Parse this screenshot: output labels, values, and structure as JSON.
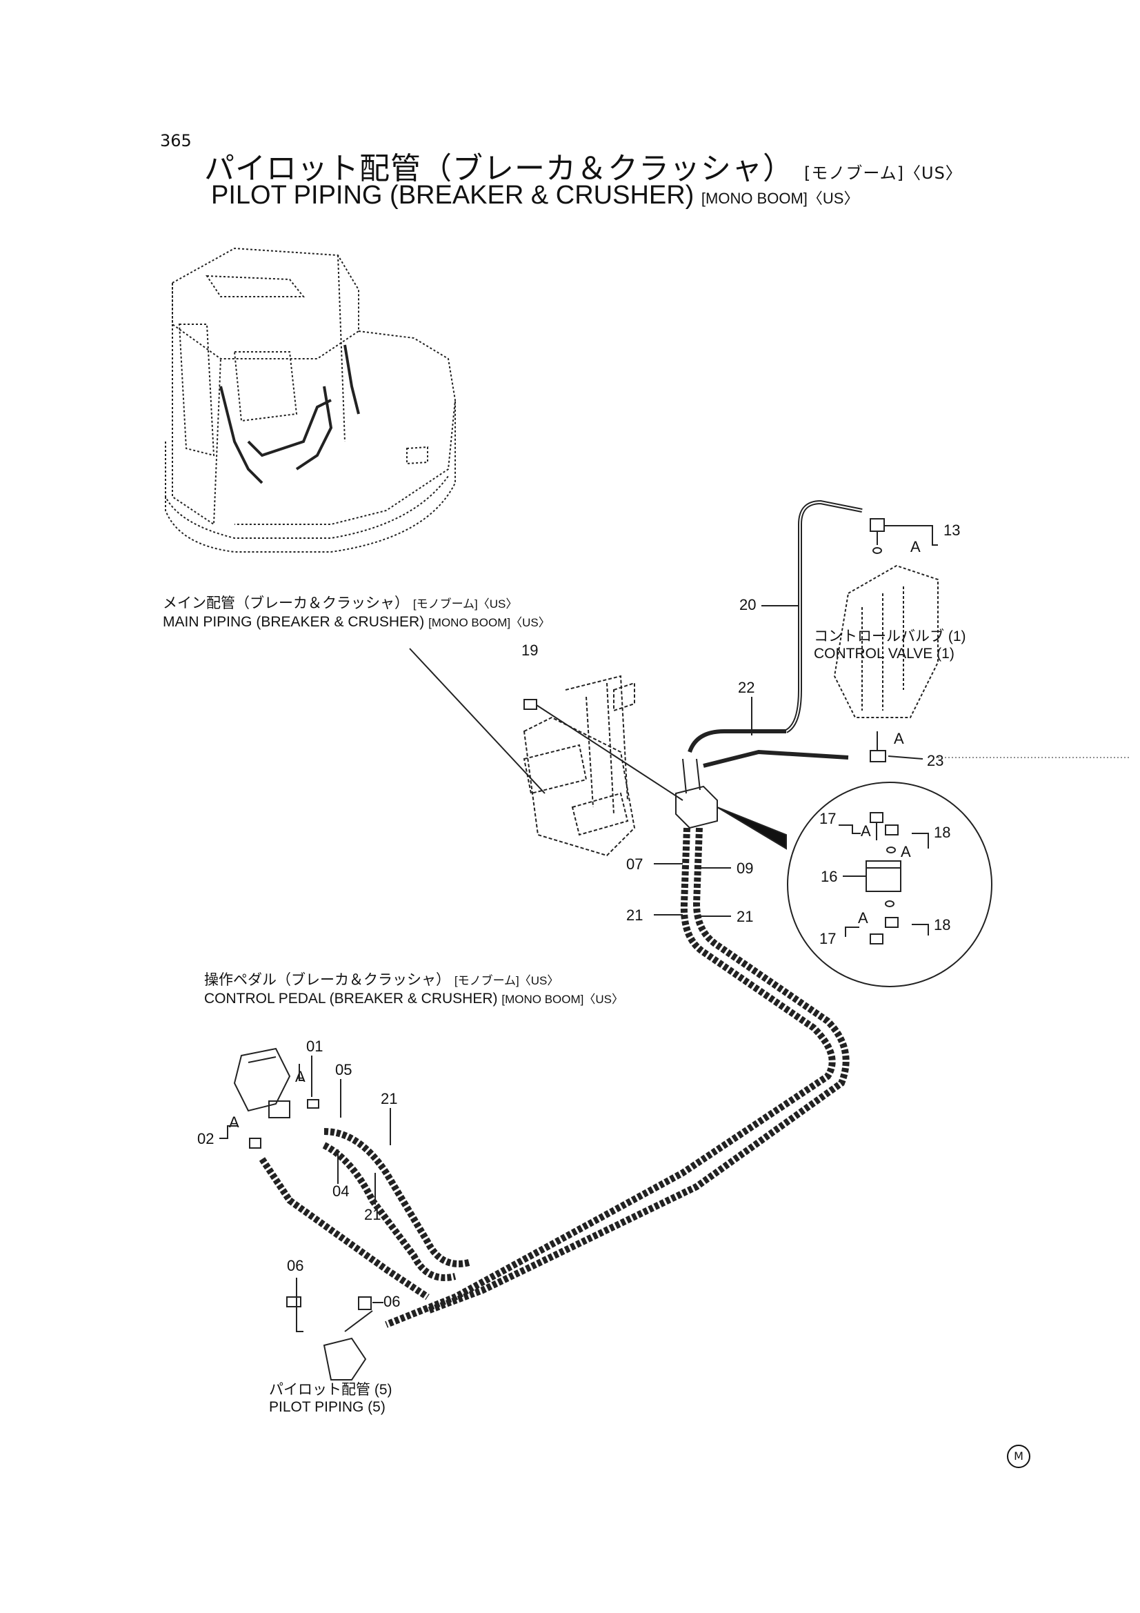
{
  "header": {
    "page_number": "365",
    "title_jp": "パイロット配管（ブレーカ＆クラッシャ）",
    "title_jp_suffix": "[モノブーム]〈US〉",
    "title_en": "PILOT  PIPING  (BREAKER & CRUSHER)",
    "title_en_suffix": "[MONO BOOM]〈US〉"
  },
  "references": {
    "main_piping": {
      "jp": "メイン配管（ブレーカ＆クラッシャ）",
      "jp_suffix": "[モノブーム]〈US〉",
      "en": "MAIN  PIPING (BREAKER & CRUSHER)",
      "en_suffix": "[MONO BOOM]〈US〉"
    },
    "control_valve": {
      "jp": "コントロールバルブ (1)",
      "en": "CONTROL VALVE (1)"
    },
    "control_pedal": {
      "jp": "操作ペダル（ブレーカ＆クラッシャ）",
      "jp_suffix": "[モノブーム]〈US〉",
      "en": "CONTROL  PEDAL (BREAKER & CRUSHER)",
      "en_suffix": "[MONO BOOM]〈US〉"
    },
    "pilot_piping_5": {
      "jp": "パイロット配管 (5)",
      "en": "PILOT  PIPING  (5)"
    }
  },
  "callouts": {
    "c13": "13",
    "c20": "20",
    "c22": "22",
    "c23": "23",
    "c19": "19",
    "c07": "07",
    "c09": "09",
    "c21a": "21",
    "c21b": "21",
    "c17a": "17",
    "c18a": "18",
    "c16": "16",
    "c17b": "17",
    "c18b": "18",
    "c01": "01",
    "c05": "05",
    "c21c": "21",
    "c02": "02",
    "c04": "04",
    "c21d": "21",
    "c06a": "06",
    "c06b": "06"
  },
  "detail_marks": {
    "a1": "A",
    "a2": "A",
    "a3": "A",
    "a4": "A",
    "a5": "A",
    "a6": "A",
    "a7": "A"
  },
  "maker_mark": "M"
}
